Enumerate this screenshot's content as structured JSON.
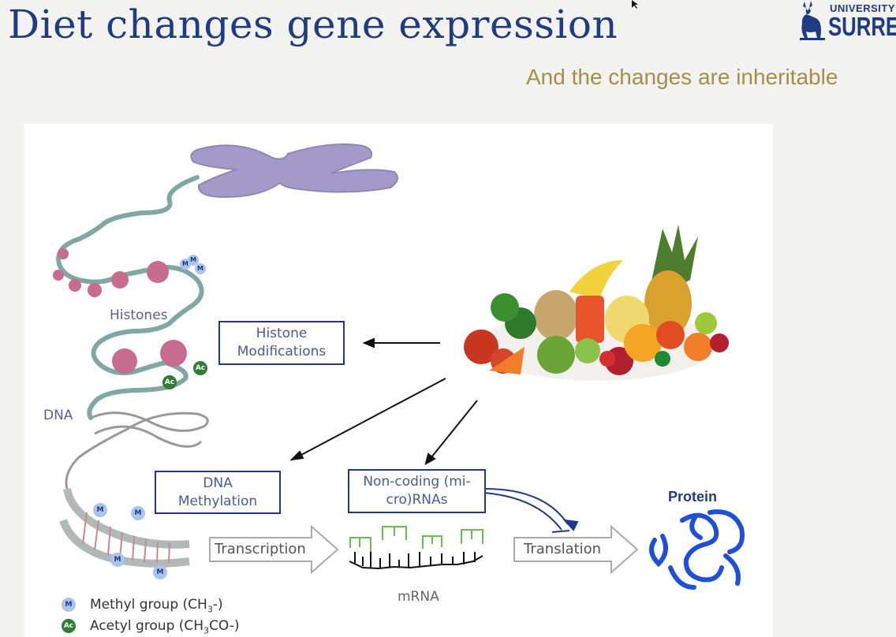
{
  "slide": {
    "title": "Diet changes gene expression",
    "subtitle": "And the changes are inheritable",
    "logo": {
      "line1": "UNIVERSITY",
      "line2": "SURRE"
    }
  },
  "diagram": {
    "labels": {
      "histones": "Histones",
      "dna": "DNA",
      "mrna": "mRNA",
      "protein": "Protein"
    },
    "boxes": {
      "histone_mod": [
        "Histone",
        "Modifications"
      ],
      "dna_meth": [
        "DNA",
        "Methylation"
      ],
      "noncoding": [
        "Non-coding (mi-",
        "cro)RNAs"
      ]
    },
    "process_arrows": {
      "transcription": "Transcription",
      "translation": "Translation"
    },
    "marks": {
      "methyl": "M",
      "acetyl": "Ac"
    },
    "legend": {
      "methyl_label": "Methyl group (CH",
      "methyl_sub": "3",
      "methyl_suffix": "-)",
      "acetyl_label": "Acetyl group (CH",
      "acetyl_sub": "3",
      "acetyl_suffix": "CO-)"
    }
  },
  "colors": {
    "title": "#1f3b82",
    "subtitle": "#a58e48",
    "box_border": "#22378a",
    "protein": "#1e4fd6",
    "histone": "#c76b8f",
    "mrna_green": "#6abf4b"
  },
  "icons": [
    "cursor-arrow-icon",
    "stag-logo-icon",
    "chromosome-icon",
    "histone-icon",
    "dna-helix-icon",
    "fruit-vegetables-image",
    "protein-structure-icon"
  ]
}
